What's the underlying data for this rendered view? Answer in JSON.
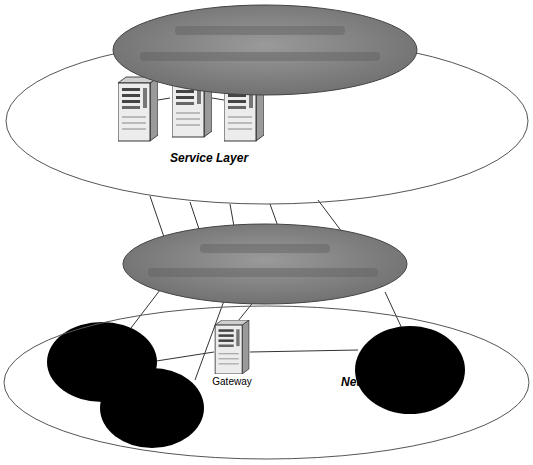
{
  "diagram": {
    "nodes": [
      {
        "text": [
          "Service Layer"
        ]
      },
      {
        "text": [
          "Network Layer"
        ]
      },
      {
        "text": [
          "Gateway"
        ],
        "in": 1
      }
    ]
  }
}
